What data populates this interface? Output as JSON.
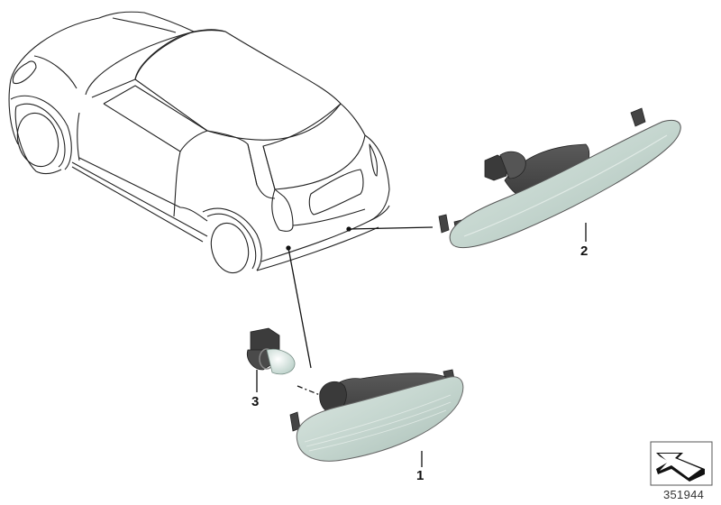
{
  "diagram": {
    "type": "exploded parts diagram",
    "subject": "Side indicator / side marker lamp assembly",
    "colors": {
      "outline": "#222222",
      "lens": "#c9d8d2",
      "lens_dark": "#9fb3ab",
      "housing": "#4a4a4a",
      "housing_dark": "#333333",
      "bulb": "#e3efeb"
    },
    "callouts": [
      {
        "id": "1",
        "label": "1",
        "part": "side indicator lamp (lower)"
      },
      {
        "id": "2",
        "label": "2",
        "part": "side indicator lamp (upper)"
      },
      {
        "id": "3",
        "label": "3",
        "part": "bulb with socket"
      }
    ],
    "reference_number": "351944",
    "symbol": "arrow-symbol"
  }
}
